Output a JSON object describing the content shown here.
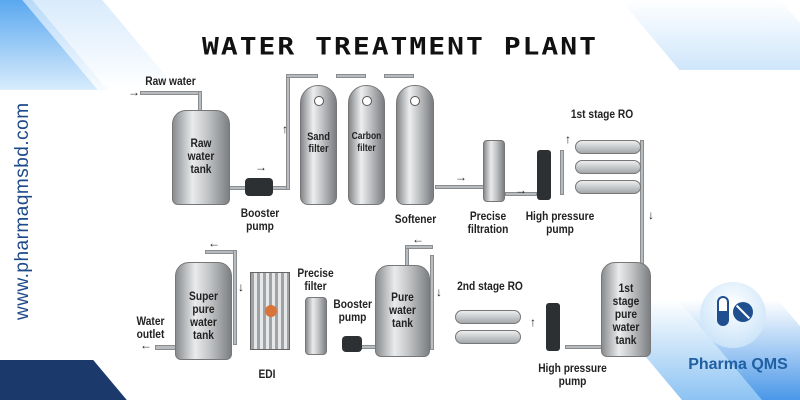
{
  "title": "WATER TREATMENT PLANT",
  "watermark": "www.pharmaqmsbd.com",
  "brand": {
    "name": "Pharma QMS",
    "color": "#1f5fa3"
  },
  "labels": {
    "raw_water": "Raw water",
    "raw_water_tank": "Raw water tank",
    "booster_pump": "Booster pump",
    "sand_filter": "Sand filter",
    "carbon_filter": "Carbon filter",
    "softener": "Softener",
    "precise_filtration": "Precise filtration",
    "high_pressure_pump": "High pressure pump",
    "first_stage_ro": "1st stage RO",
    "first_stage_tank": "1st stage pure water tank",
    "second_stage_ro": "2nd stage RO",
    "high_pressure_pump_2": "High pressure pump",
    "pure_water_tank": "Pure water tank",
    "booster_pump_2": "Booster pump",
    "precise_filter": "Precise filter",
    "edi": "EDI",
    "super_pure_tank": "Super pure water tank",
    "water_outlet": "Water outlet"
  }
}
